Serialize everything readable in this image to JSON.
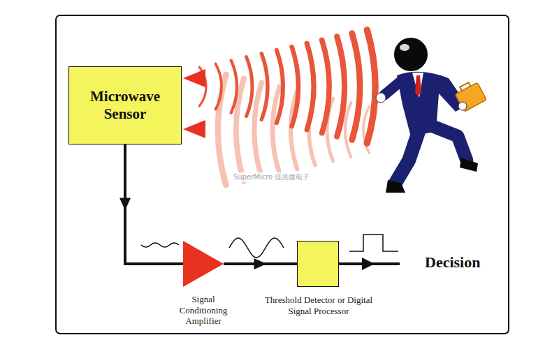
{
  "diagram": {
    "nodes": [
      {
        "text": [
          "Microwave Sensor"
        ]
      },
      {
        "text": [
          "Signal Conditioning Amplifier"
        ]
      },
      {
        "text": [
          "Threshold Detector or Digital Signal Processor"
        ]
      }
    ],
    "edges": [
      {
        "from": 0,
        "to": 1,
        "arrow": "to"
      },
      {
        "from": 1,
        "to": 2,
        "arrow": "to"
      }
    ],
    "labels": [
      "Decision",
      "SuperMicro 佳兆微电子"
    ]
  }
}
